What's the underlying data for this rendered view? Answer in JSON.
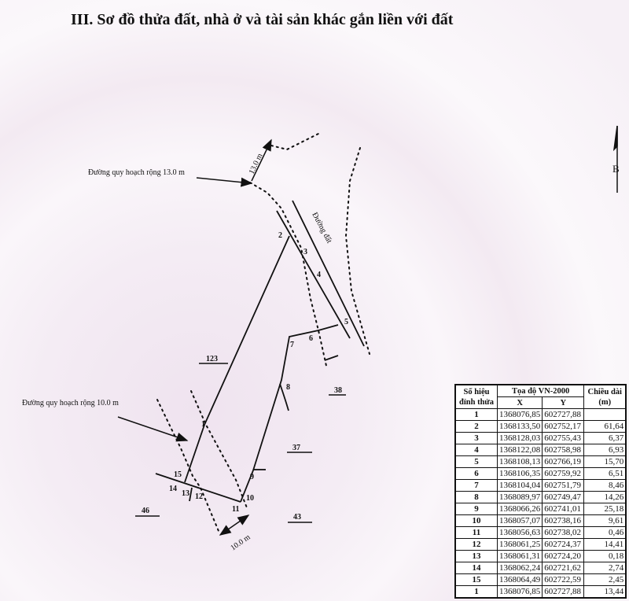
{
  "title": "III. Sơ đồ thửa đất, nhà ở và tài sản khác gắn liền với đất",
  "diagram": {
    "road_label_top": "Đường quy hoạch rộng 13.0 m",
    "road_label_left": "Đường quy hoạch rộng 10.0 m",
    "dim_top": "13.0 m",
    "dim_bottom": "10.0 m",
    "road_name": "Đường đất",
    "north_label": "B",
    "points": [
      "1",
      "2",
      "3",
      "4",
      "5",
      "6",
      "7",
      "8",
      "9",
      "10",
      "11",
      "12",
      "13",
      "14",
      "15"
    ],
    "parcels": [
      "123",
      "38",
      "37",
      "46",
      "43"
    ]
  },
  "table": {
    "headers": {
      "point": "Số hiệu đỉnh thửa",
      "coords": "Tọa độ VN-2000",
      "x": "X",
      "y": "Y",
      "length": "Chiều dài (m)"
    },
    "rows": [
      {
        "p": "1",
        "x": "1368076,85",
        "y": "602727,88",
        "l": ""
      },
      {
        "p": "2",
        "x": "1368133,50",
        "y": "602752,17",
        "l": "61,64"
      },
      {
        "p": "3",
        "x": "1368128,03",
        "y": "602755,43",
        "l": "6,37"
      },
      {
        "p": "4",
        "x": "1368122,08",
        "y": "602758,98",
        "l": "6,93"
      },
      {
        "p": "5",
        "x": "1368108,13",
        "y": "602766,19",
        "l": "15,70"
      },
      {
        "p": "6",
        "x": "1368106,35",
        "y": "602759,92",
        "l": "6,51"
      },
      {
        "p": "7",
        "x": "1368104,04",
        "y": "602751,79",
        "l": "8,46"
      },
      {
        "p": "8",
        "x": "1368089,97",
        "y": "602749,47",
        "l": "14,26"
      },
      {
        "p": "9",
        "x": "1368066,26",
        "y": "602741,01",
        "l": "25,18"
      },
      {
        "p": "10",
        "x": "1368057,07",
        "y": "602738,16",
        "l": "9,61"
      },
      {
        "p": "11",
        "x": "1368056,63",
        "y": "602738,02",
        "l": "0,46"
      },
      {
        "p": "12",
        "x": "1368061,25",
        "y": "602724,37",
        "l": "14,41"
      },
      {
        "p": "13",
        "x": "1368061,31",
        "y": "602724,20",
        "l": "0,18"
      },
      {
        "p": "14",
        "x": "1368062,24",
        "y": "602721,62",
        "l": "2,74"
      },
      {
        "p": "15",
        "x": "1368064,49",
        "y": "602722,59",
        "l": "2,45"
      },
      {
        "p": "1",
        "x": "1368076,85",
        "y": "602727,88",
        "l": "13,44"
      }
    ]
  }
}
